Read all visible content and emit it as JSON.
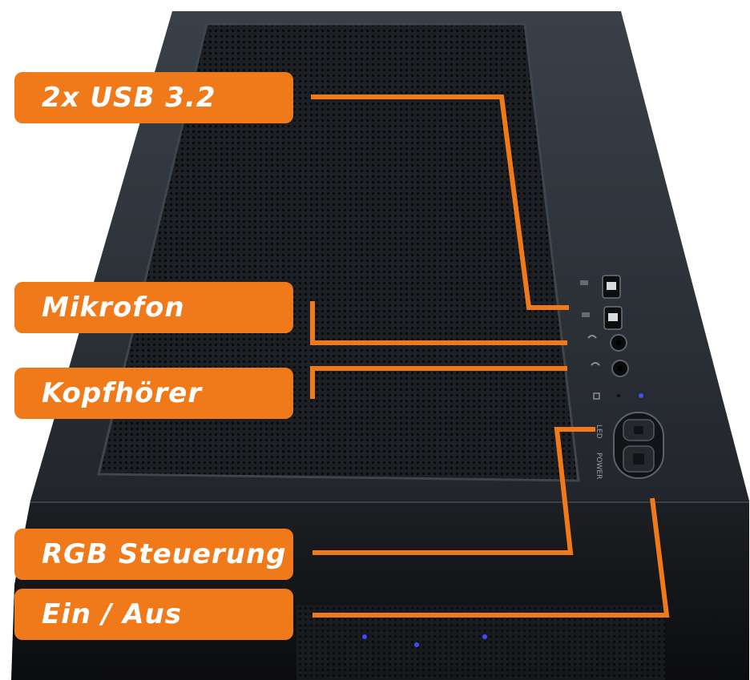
{
  "colors": {
    "accent": "#f07a1a",
    "case": "#23272c",
    "mesh": "#121417",
    "led": "#3d4cff"
  },
  "labels": {
    "usb": "2x USB 3.2",
    "microphone": "Mikrofon",
    "headphones": "Kopfhörer",
    "rgb": "RGB Steuerung",
    "power": "Ein / Aus"
  },
  "panel_text": {
    "led": "LED",
    "power": "POWER"
  }
}
